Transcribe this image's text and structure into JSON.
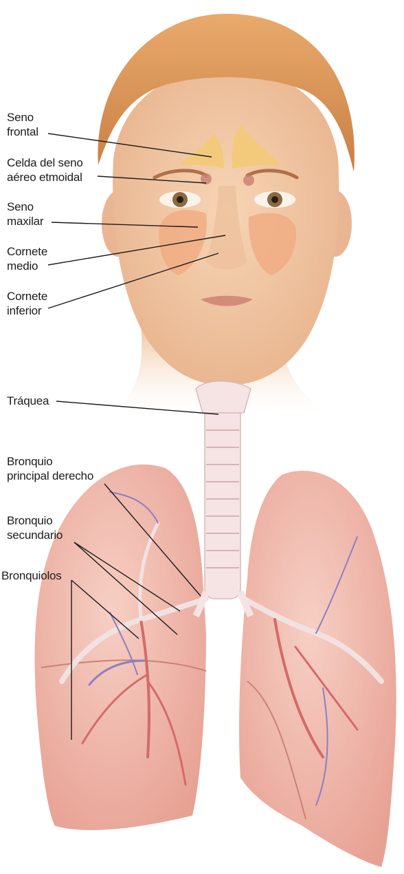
{
  "labels": {
    "seno_frontal": [
      "Seno",
      "frontal"
    ],
    "celda_etmoidal": [
      "Celda del seno",
      "aéreo etmoidal"
    ],
    "seno_maxilar": [
      "Seno",
      "maxilar"
    ],
    "cornete_medio": [
      "Cornete",
      "medio"
    ],
    "cornete_inferior": [
      "Cornete",
      "inferior"
    ],
    "traquea": [
      "Tráquea"
    ],
    "bronquio_principal": [
      "Bronquio",
      "principal derecho"
    ],
    "bronquio_secundario": [
      "Bronquio",
      "secundario"
    ],
    "bronquiolos": [
      "Bronquiolos"
    ]
  },
  "colors": {
    "skin": "#f2c9a6",
    "hair": "#d9955a",
    "sinus": "#f3c977",
    "lung": "#f0b8ad",
    "trachea": "#f6e4e4",
    "vessel_red": "#d46a6a",
    "vessel_blue": "#8a7fc4",
    "leader_line": "#1a1a1a"
  }
}
